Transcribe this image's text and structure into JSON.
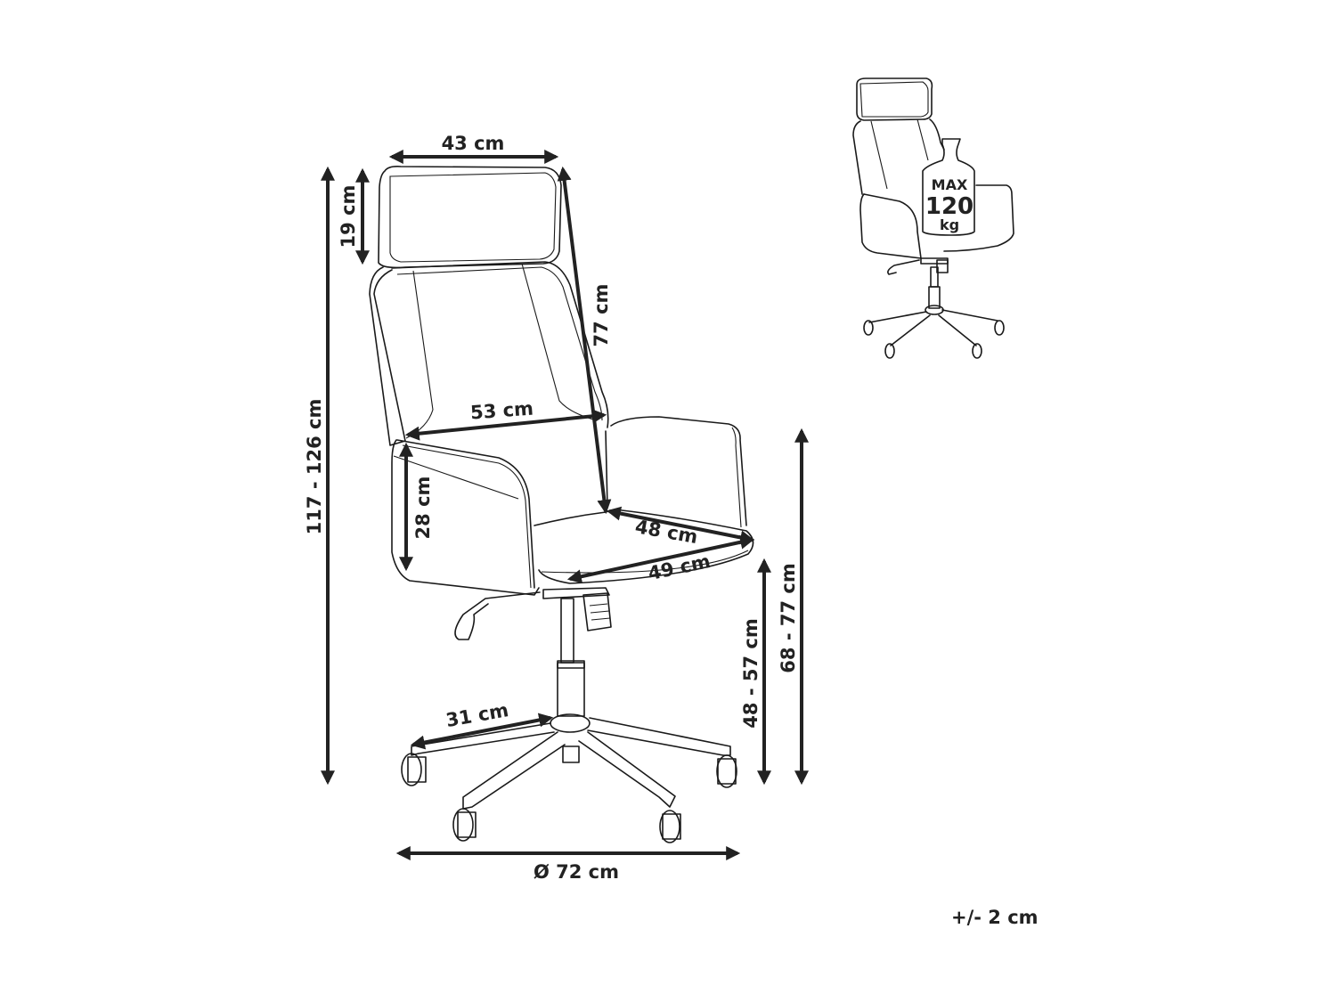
{
  "diagram": {
    "subject": "office chair dimension drawing",
    "dimensions": {
      "headrest_width": "43 cm",
      "headrest_height": "19 cm",
      "backrest_height": "77 cm",
      "backrest_width": "53 cm",
      "armrest_height": "28 cm",
      "seat_depth": "48 cm",
      "seat_width": "49 cm",
      "total_height": "117 - 126 cm",
      "seat_height": "48 - 57 cm",
      "armrest_floor_height": "68 - 77 cm",
      "base_leg_length": "31 cm",
      "base_diameter": "Ø 72 cm"
    },
    "max_load": {
      "line1": "MAX",
      "line2": "120",
      "line3": "kg"
    },
    "tolerance": "+/- 2 cm"
  },
  "colors": {
    "line": "#1a1a1a",
    "text": "#222222",
    "background": "#ffffff"
  }
}
